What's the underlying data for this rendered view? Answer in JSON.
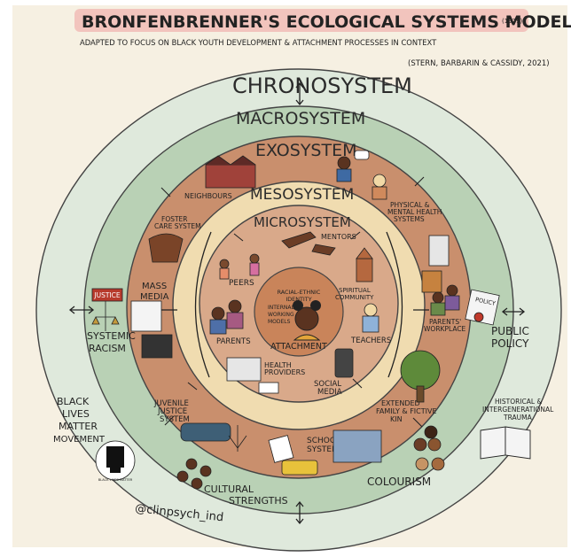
{
  "header": {
    "title": "BRONFENBRENNER'S ECOLOGICAL SYSTEMS MODEL",
    "year": "(1979)",
    "subtitle": "ADAPTED TO FOCUS ON BLACK YOUTH DEVELOPMENT & ATTACHMENT PROCESSES IN CONTEXT",
    "citation": "(STERN, BARBARIN & CASSIDY, 2021)"
  },
  "rings": {
    "chronosystem": "CHRONOSYSTEM",
    "macrosystem": "MACROSYSTEM",
    "exosystem": "EXOSYSTEM",
    "mesosystem": "MESOSYSTEM",
    "microsystem": "MICROSYSTEM"
  },
  "core": {
    "racial_ethnic_identity": [
      "RACIAL-ETHNIC",
      "IDENTITY"
    ],
    "internal_working_models": [
      "INTERNAL",
      "WORKING",
      "MODELS"
    ],
    "attachment": "ATTACHMENT"
  },
  "microsystem_items": {
    "mentors": "MENTORS",
    "peers": "PEERS",
    "spiritual_community": [
      "SPIRITUAL",
      "COMMUNITY"
    ],
    "parents": "PARENTS",
    "teachers": "TEACHERS",
    "health_providers": [
      "HEALTH",
      "PROVIDERS"
    ],
    "social_media": [
      "SOCIAL",
      "MEDIA"
    ]
  },
  "exosystem_items": {
    "neighbours": "NEIGHBOURS",
    "physical_mental_health": [
      "PHYSICAL &",
      "MENTAL HEALTH",
      "SYSTEMS"
    ],
    "foster_care": [
      "FOSTER",
      "CARE SYSTEM"
    ],
    "mass_media": [
      "MASS",
      "MEDIA"
    ],
    "parents_workplace": [
      "PARENTS'",
      "WORKPLACE"
    ],
    "juvenile_justice": [
      "JUVENILE",
      "JUSTICE",
      "SYSTEM"
    ],
    "extended_family": [
      "EXTENDED",
      "FAMILY & FICTIVE",
      "KIN"
    ],
    "school_system": [
      "SCHOOL",
      "SYSTEM"
    ]
  },
  "macrosystem_items": {
    "systemic_racism": [
      "SYSTEMIC",
      "RACISM"
    ],
    "public_policy": [
      "PUBLIC",
      "POLICY"
    ],
    "colourism": "COLOURISM",
    "cultural_strengths": [
      "CULTURAL",
      "STRENGTHS"
    ],
    "justice_sign": "JUSTICE",
    "policy_doc": "POLICY"
  },
  "chronosystem_items": {
    "blm": [
      "BLACK",
      "LIVES",
      "MATTER",
      "MOVEMENT"
    ],
    "blm_badge": "BLACK LIVES MATTER",
    "historical_trauma": [
      "HISTORICAL &",
      "INTERGENERATIONAL",
      "TRAUMA"
    ]
  },
  "signature": "@clinpsych_ind",
  "colors": {
    "background": "#f6f0e2",
    "title_banner": "#f2c4bd",
    "chrono": "#dfe9dc",
    "macro": "#b9d1b5",
    "exo": "#c98f6d",
    "meso": "#f0dcb0",
    "micro": "#d9a98a",
    "core": "#c9845a"
  }
}
